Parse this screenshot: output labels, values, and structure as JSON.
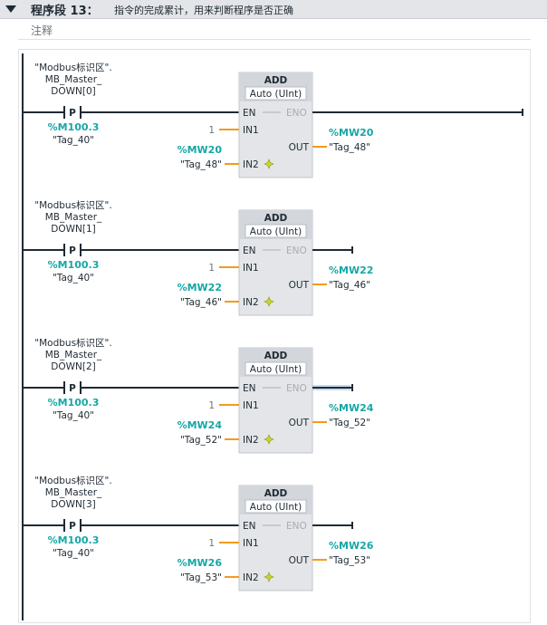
{
  "network": {
    "title": "程序段 13：",
    "description": "指令的完成累计，用来判断程序是否正确",
    "comment_placeholder": "注释"
  },
  "rungs": [
    {
      "contact": {
        "operand_lines": [
          "\"Modbus标识区\".",
          "MB_Master_",
          "DOWN[0]"
        ],
        "type_label": "P",
        "edge_addr": "%M100.3",
        "edge_tag": "\"Tag_40\""
      },
      "box": {
        "title": "ADD",
        "type": "Auto (UInt)",
        "en": "EN",
        "eno": "ENO",
        "in1": "IN1",
        "in2": "IN2",
        "out": "OUT"
      },
      "in1_value": "1",
      "in2_addr": "%MW20",
      "in2_tag": "\"Tag_48\"",
      "out_addr": "%MW20",
      "out_tag": "\"Tag_48\""
    },
    {
      "contact": {
        "operand_lines": [
          "\"Modbus标识区\".",
          "MB_Master_",
          "DOWN[1]"
        ],
        "type_label": "P",
        "edge_addr": "%M100.3",
        "edge_tag": "\"Tag_40\""
      },
      "box": {
        "title": "ADD",
        "type": "Auto (UInt)",
        "en": "EN",
        "eno": "ENO",
        "in1": "IN1",
        "in2": "IN2",
        "out": "OUT"
      },
      "in1_value": "1",
      "in2_addr": "%MW22",
      "in2_tag": "\"Tag_46\"",
      "out_addr": "%MW22",
      "out_tag": "\"Tag_46\""
    },
    {
      "contact": {
        "operand_lines": [
          "\"Modbus标识区\".",
          "MB_Master_",
          "DOWN[2]"
        ],
        "type_label": "P",
        "edge_addr": "%M100.3",
        "edge_tag": "\"Tag_40\""
      },
      "box": {
        "title": "ADD",
        "type": "Auto (UInt)",
        "en": "EN",
        "eno": "ENO",
        "in1": "IN1",
        "in2": "IN2",
        "out": "OUT"
      },
      "in1_value": "1",
      "in2_addr": "%MW24",
      "in2_tag": "\"Tag_52\"",
      "out_addr": "%MW24",
      "out_tag": "\"Tag_52\""
    },
    {
      "contact": {
        "operand_lines": [
          "\"Modbus标识区\".",
          "MB_Master_",
          "DOWN[3]"
        ],
        "type_label": "P",
        "edge_addr": "%M100.3",
        "edge_tag": "\"Tag_40\""
      },
      "box": {
        "title": "ADD",
        "type": "Auto (UInt)",
        "en": "EN",
        "eno": "ENO",
        "in1": "IN1",
        "in2": "IN2",
        "out": "OUT"
      },
      "in1_value": "1",
      "in2_addr": "%MW26",
      "in2_tag": "\"Tag_53\"",
      "out_addr": "%MW26",
      "out_tag": "\"Tag_53\""
    }
  ],
  "colors": {
    "wire": "#1f2a33",
    "pin_wire": "#f29b1d",
    "box_fill": "#e3e5e8",
    "box_header": "#d3d6db",
    "operand": "#17a6a6",
    "eno_wire": "#a8adb3",
    "highlight": "#9ec1e6",
    "star": "#c8d62a"
  },
  "icons": {
    "collapse": "triangle-down-icon",
    "in2_add": "sparkle-icon"
  }
}
